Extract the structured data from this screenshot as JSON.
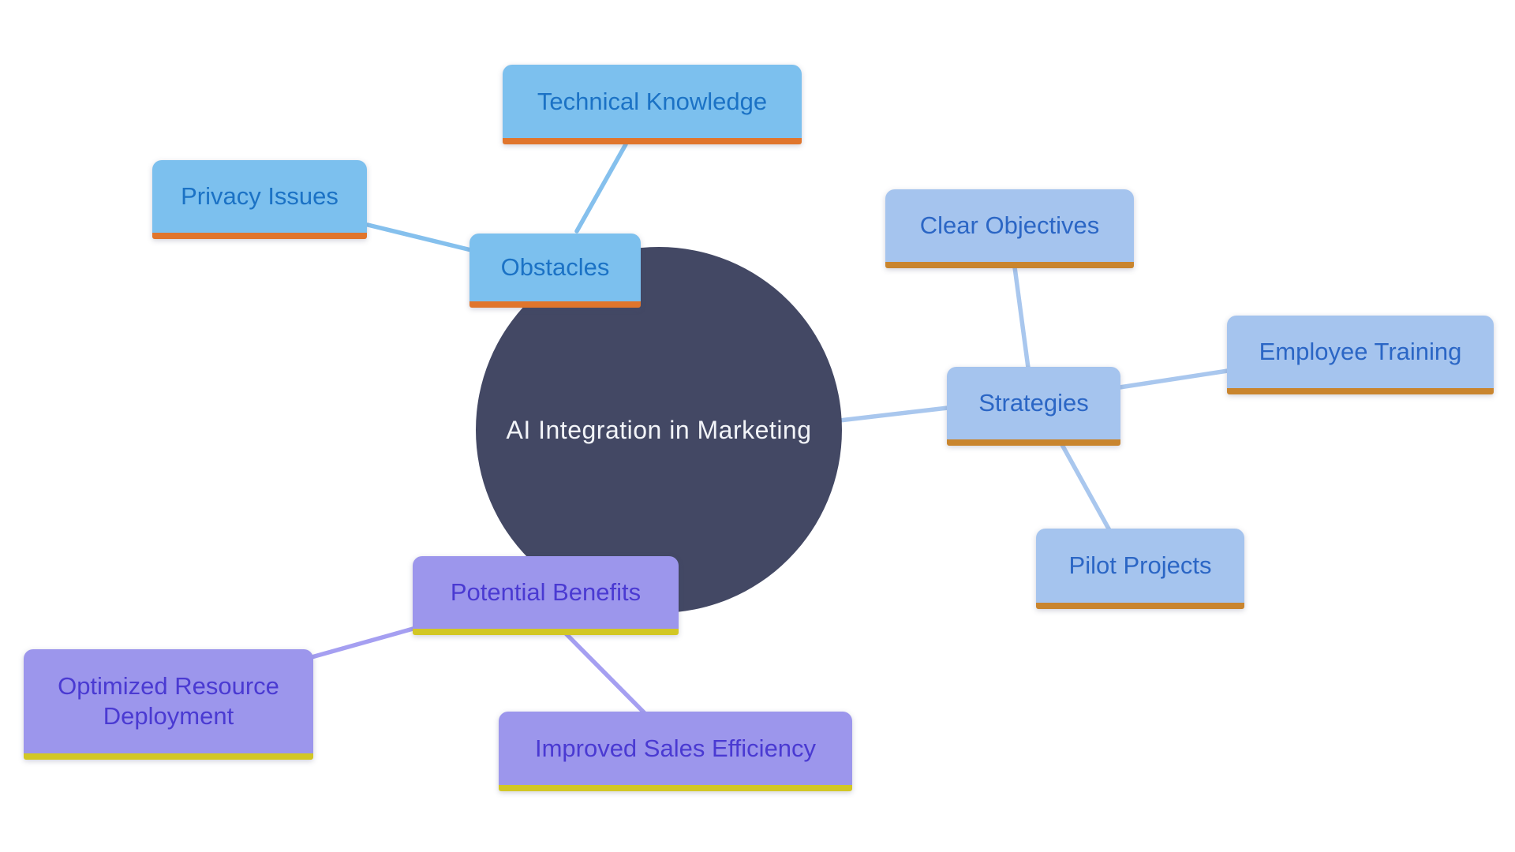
{
  "diagram": {
    "type": "mindmap",
    "center": {
      "label": "AI Integration in Marketing"
    },
    "branches": [
      {
        "label": "Obstacles",
        "theme": "sky-blue",
        "children": [
          {
            "label": "Technical Knowledge"
          },
          {
            "label": "Privacy Issues"
          }
        ]
      },
      {
        "label": "Strategies",
        "theme": "periwinkle-blue",
        "children": [
          {
            "label": "Clear Objectives"
          },
          {
            "label": "Employee Training"
          },
          {
            "label": "Pilot Projects"
          }
        ]
      },
      {
        "label": "Potential Benefits",
        "theme": "purple",
        "children": [
          {
            "label": "Optimized Resource Deployment"
          },
          {
            "label": "Improved Sales Efficiency"
          }
        ]
      }
    ]
  },
  "colors": {
    "background": "#ffffff",
    "center_fill": "#434864",
    "center_text": "#f2f4f8",
    "obstacles_fill": "#7cc0ee",
    "obstacles_underline": "#e0752c",
    "obstacles_text": "#1b72c5",
    "strategies_fill": "#a5c4ee",
    "strategies_underline": "#c9852e",
    "strategies_text": "#2b66c5",
    "benefits_fill": "#9c96ec",
    "benefits_underline": "#d2c725",
    "benefits_text": "#4a3ad2",
    "edge_sky": "#85c0ed",
    "edge_blue": "#a9c7ee",
    "edge_purple": "#a59ff1"
  }
}
